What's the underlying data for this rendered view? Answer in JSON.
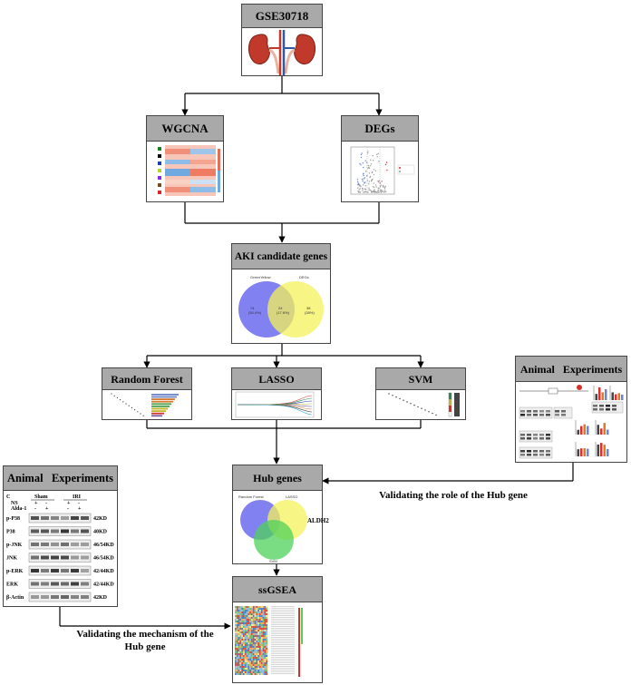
{
  "nodes": {
    "dataset": "GSE30718",
    "wgcna": "WGCNA",
    "degs": "DEGs",
    "candidates": "AKI candidate genes",
    "rf": "Random Forest",
    "lasso": "LASSO",
    "svm": "SVM",
    "hub": "Hub genes",
    "ssgsea": "ssGSEA",
    "animal_left": "Animal   Experiments",
    "animal_right": "Animal   Experiments"
  },
  "captions": {
    "role": "Validating the role of the Hub gene",
    "mechanism_line1": "Validating the mechanism of the",
    "mechanism_line2": "Hub gene"
  },
  "venn_candidates": {
    "left_label": "GreenYellow",
    "right_label": "DEGs",
    "left_count": "74",
    "left_pct": "(54.4%)",
    "overlap_count": "24",
    "overlap_pct": "(17.6%)",
    "right_count": "38",
    "right_pct": "(28%)"
  },
  "venn_hub": {
    "label_a": "Random Forest",
    "label_b": "LASSO",
    "label_c": "SVM",
    "hub_gene": "ALDH2"
  },
  "blot_left": {
    "panel": "C",
    "group_sham": "Sham",
    "group_iri": "IRI",
    "row_ns": "NS",
    "row_alda": "Alda-1",
    "ns_signs": [
      "+",
      "-",
      "+",
      "-"
    ],
    "alda_signs": [
      "-",
      "+",
      "-",
      "+"
    ],
    "bands": [
      {
        "name": "p-P38",
        "size": "42KD"
      },
      {
        "name": "P38",
        "size": "40KD"
      },
      {
        "name": "p-JNK",
        "size": "46/54KD"
      },
      {
        "name": "JNK",
        "size": "46/54KD"
      },
      {
        "name": "p-ERK",
        "size": "42/44KD"
      },
      {
        "name": "ERK",
        "size": "42/44KD"
      },
      {
        "name": "β-Actin",
        "size": "42KD"
      }
    ]
  },
  "colors": {
    "header_gray": "#a9a9a9",
    "venn_blue": "#6b6bef",
    "venn_yellow": "#f4f25a",
    "venn_green": "#4fd15a",
    "volcano_red": "#d9302c",
    "kidney_red": "#c0392b"
  }
}
